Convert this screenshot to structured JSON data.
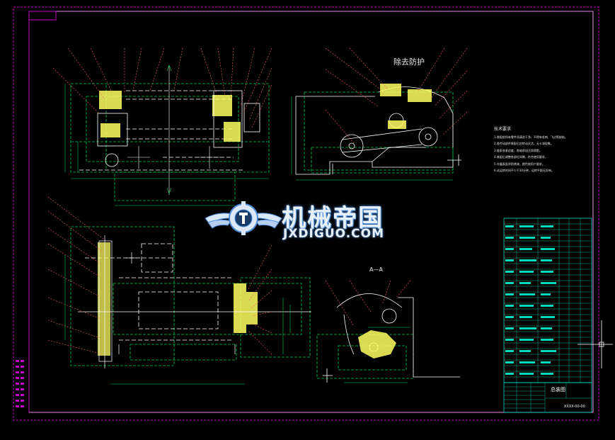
{
  "view_title": "除去防护",
  "section_title": "A—A",
  "technical_notes": {
    "title": "技术要求",
    "lines": [
      "1.装配前所有零件须清洗干净，不得有毛刺、飞边等缺陷。",
      "2.各传动部件装配后应转动灵活，无卡滞现象。",
      "3.链条张紧适度，各轴承加注润滑脂。",
      "4.装配后调整各部位间隙，符合使用要求。",
      "5.外露表面涂防锈漆，颜色按用户要求。",
      "6.试运转时间不少于30分钟，运转平稳无异响。"
    ]
  },
  "watermark": {
    "chinese": "机械帝国",
    "english": "JXDIGUO.COM"
  },
  "title_block": {
    "drawing_name": "总装图",
    "drawing_code": "XXXX-00-00"
  },
  "colors": {
    "background": "#000000",
    "frame": "#c800c8",
    "outline": "#ffffff",
    "hidden": "#00c850",
    "leader": "#ff6060",
    "dimension": "#00c850",
    "center": "#ffffff",
    "part_fill": "#ffff60",
    "table": "#00d8c0"
  }
}
